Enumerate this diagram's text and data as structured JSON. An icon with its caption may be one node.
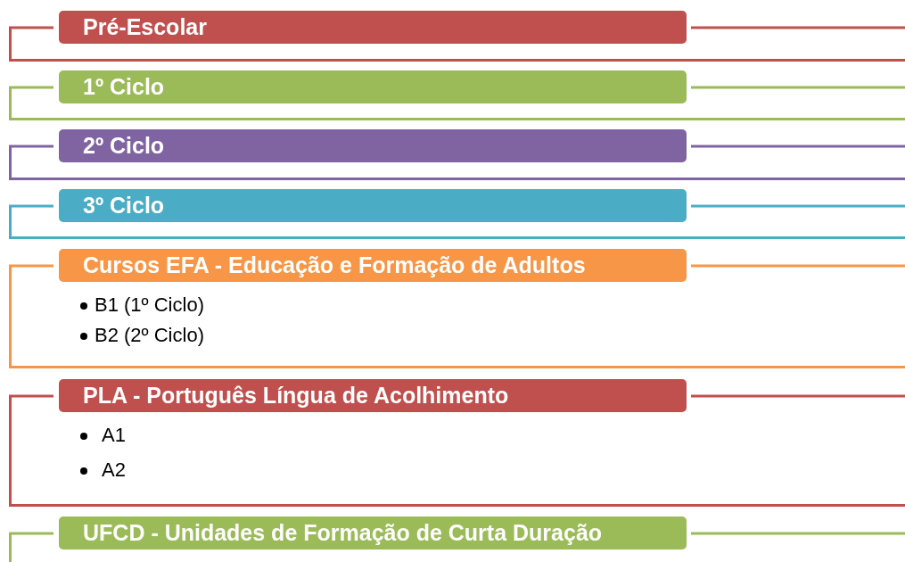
{
  "diagram": {
    "nodes": [
      {
        "text": [],
        "shape": "box"
      },
      {
        "text": [
          "Pré-Escolar"
        ],
        "in": 0
      },
      {
        "text": [],
        "shape": "box"
      },
      {
        "text": [
          "1º Ciclo"
        ],
        "in": 2
      },
      {
        "text": [],
        "shape": "box"
      },
      {
        "text": [
          "2º Ciclo"
        ],
        "in": 4
      },
      {
        "text": [],
        "shape": "box"
      },
      {
        "text": [
          "3º Ciclo"
        ],
        "in": 6
      },
      {
        "text": [],
        "shape": "box"
      },
      {
        "text": [
          "Cursos EFA - Educação e Formação de Adultos"
        ],
        "in": 8
      },
      {
        "text": [
          "B1 (1º Ciclo)",
          "B2 (2º Ciclo)"
        ],
        "in": 8
      },
      {
        "text": [],
        "shape": "box"
      },
      {
        "text": [
          "PLA - Português Língua de Acolhimento"
        ],
        "in": 11
      },
      {
        "text": [
          "A1",
          "A2"
        ],
        "in": 11
      },
      {
        "text": [],
        "shape": "box"
      },
      {
        "text": [
          "UFCD - Unidades de Formação de Curta Duração"
        ],
        "in": 14
      }
    ]
  }
}
